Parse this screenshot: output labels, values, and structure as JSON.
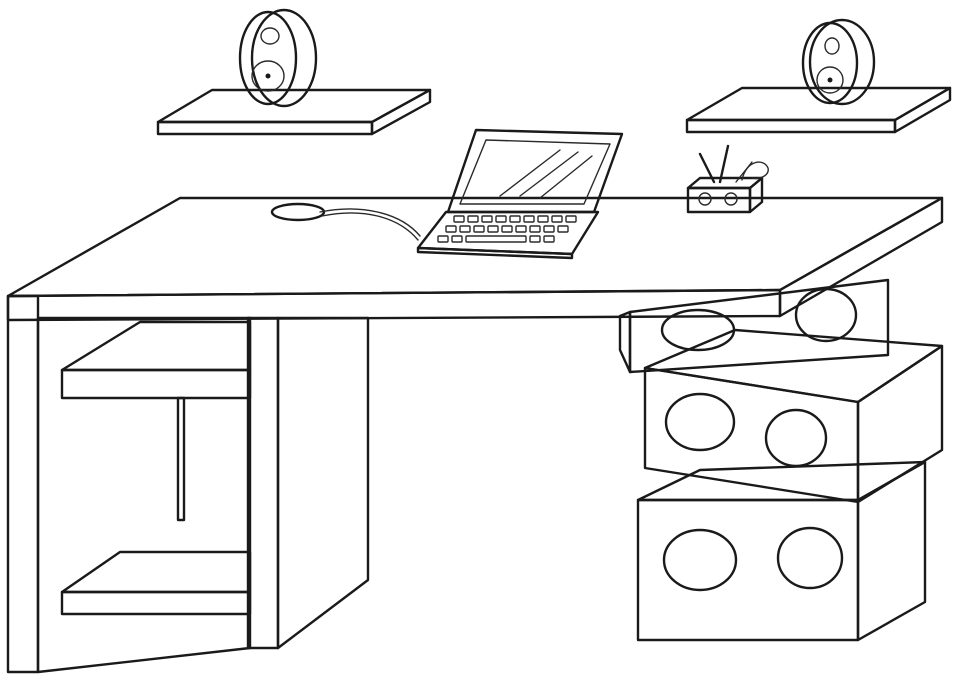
{
  "scene": {
    "subject_elements": [
      "wall-shelf-left",
      "wall-shelf-right",
      "speaker-left",
      "speaker-right",
      "desk-top",
      "desk-left-leg-panel",
      "desk-inner-shelf",
      "laptop",
      "computer-mouse",
      "pen-holder",
      "storage-cube-top",
      "storage-cube-middle",
      "storage-cube-bottom"
    ]
  },
  "colors": {
    "background": "#ffffff",
    "ink": "#1a1a1a",
    "shading": "#b0b0b0",
    "speaker_fill": "#c9c9c9",
    "screen_fill": "#e6e6e6"
  }
}
